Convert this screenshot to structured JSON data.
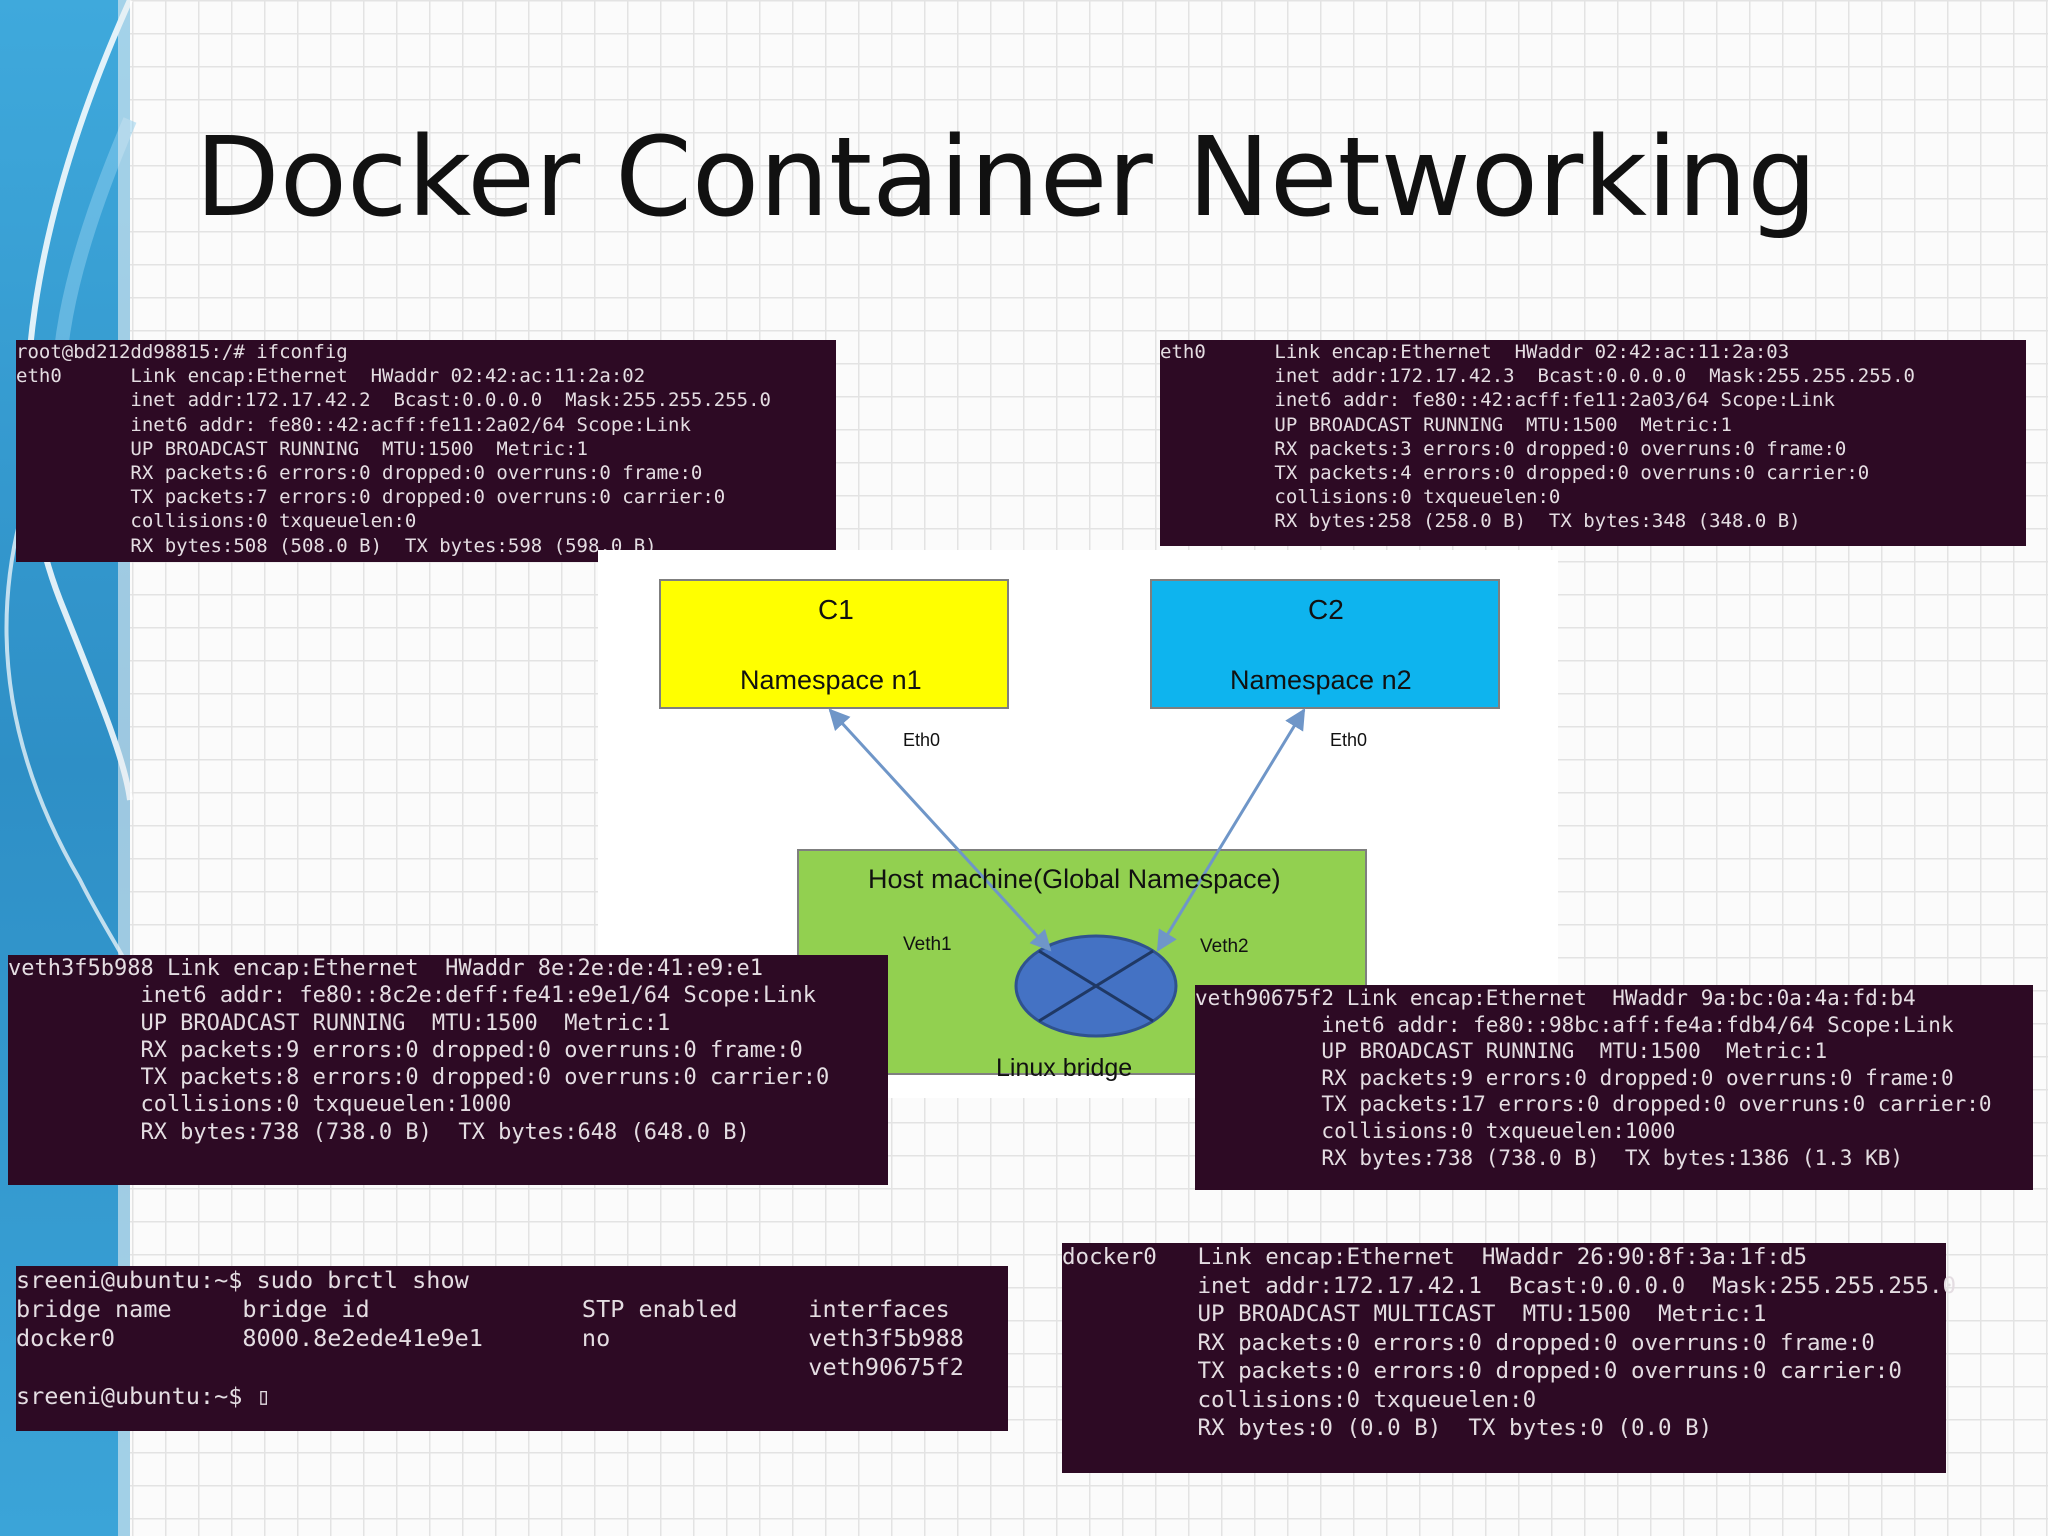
{
  "slide": {
    "title": "Docker Container Networking",
    "colors": {
      "accent": "#2e8fc6",
      "terminal_bg": "#2d0a24",
      "terminal_fg": "#e4dde2",
      "c1_box": "#ffff00",
      "c2_box": "#0eb4ee",
      "host_box": "#92d050",
      "bridge": "#4472c4",
      "arrow": "#6f96c8"
    }
  },
  "terminals": {
    "eth0_c1": "root@bd212dd98815:/# ifconfig\neth0      Link encap:Ethernet  HWaddr 02:42:ac:11:2a:02\n          inet addr:172.17.42.2  Bcast:0.0.0.0  Mask:255.255.255.0\n          inet6 addr: fe80::42:acff:fe11:2a02/64 Scope:Link\n          UP BROADCAST RUNNING  MTU:1500  Metric:1\n          RX packets:6 errors:0 dropped:0 overruns:0 frame:0\n          TX packets:7 errors:0 dropped:0 overruns:0 carrier:0\n          collisions:0 txqueuelen:0\n          RX bytes:508 (508.0 B)  TX bytes:598 (598.0 B)",
    "eth0_c2": "eth0      Link encap:Ethernet  HWaddr 02:42:ac:11:2a:03\n          inet addr:172.17.42.3  Bcast:0.0.0.0  Mask:255.255.255.0\n          inet6 addr: fe80::42:acff:fe11:2a03/64 Scope:Link\n          UP BROADCAST RUNNING  MTU:1500  Metric:1\n          RX packets:3 errors:0 dropped:0 overruns:0 frame:0\n          TX packets:4 errors:0 dropped:0 overruns:0 carrier:0\n          collisions:0 txqueuelen:0\n          RX bytes:258 (258.0 B)  TX bytes:348 (348.0 B)",
    "veth1": "veth3f5b988 Link encap:Ethernet  HWaddr 8e:2e:de:41:e9:e1\n          inet6 addr: fe80::8c2e:deff:fe41:e9e1/64 Scope:Link\n          UP BROADCAST RUNNING  MTU:1500  Metric:1\n          RX packets:9 errors:0 dropped:0 overruns:0 frame:0\n          TX packets:8 errors:0 dropped:0 overruns:0 carrier:0\n          collisions:0 txqueuelen:1000\n          RX bytes:738 (738.0 B)  TX bytes:648 (648.0 B)",
    "veth2": "veth90675f2 Link encap:Ethernet  HWaddr 9a:bc:0a:4a:fd:b4\n          inet6 addr: fe80::98bc:aff:fe4a:fdb4/64 Scope:Link\n          UP BROADCAST RUNNING  MTU:1500  Metric:1\n          RX packets:9 errors:0 dropped:0 overruns:0 frame:0\n          TX packets:17 errors:0 dropped:0 overruns:0 carrier:0\n          collisions:0 txqueuelen:1000\n          RX bytes:738 (738.0 B)  TX bytes:1386 (1.3 KB)",
    "brctl": "sreeni@ubuntu:~$ sudo brctl show\nbridge name     bridge id               STP enabled     interfaces\ndocker0         8000.8e2ede41e9e1       no              veth3f5b988\n                                                        veth90675f2\nsreeni@ubuntu:~$ ▯",
    "docker0": "docker0   Link encap:Ethernet  HWaddr 26:90:8f:3a:1f:d5\n          inet addr:172.17.42.1  Bcast:0.0.0.0  Mask:255.255.255.0\n          UP BROADCAST MULTICAST  MTU:1500  Metric:1\n          RX packets:0 errors:0 dropped:0 overruns:0 frame:0\n          TX packets:0 errors:0 dropped:0 overruns:0 carrier:0\n          collisions:0 txqueuelen:0\n          RX bytes:0 (0.0 B)  TX bytes:0 (0.0 B)"
  },
  "diagram": {
    "c1": {
      "name": "C1",
      "namespace": "Namespace n1"
    },
    "c2": {
      "name": "C2",
      "namespace": "Namespace n2"
    },
    "host": {
      "label": "Host machine(Global Namespace)"
    },
    "links": {
      "c1_eth": "Eth0",
      "c2_eth": "Eth0",
      "veth1": "Veth1",
      "veth2": "Veth2"
    },
    "bridge_label": "Linux bridge"
  }
}
